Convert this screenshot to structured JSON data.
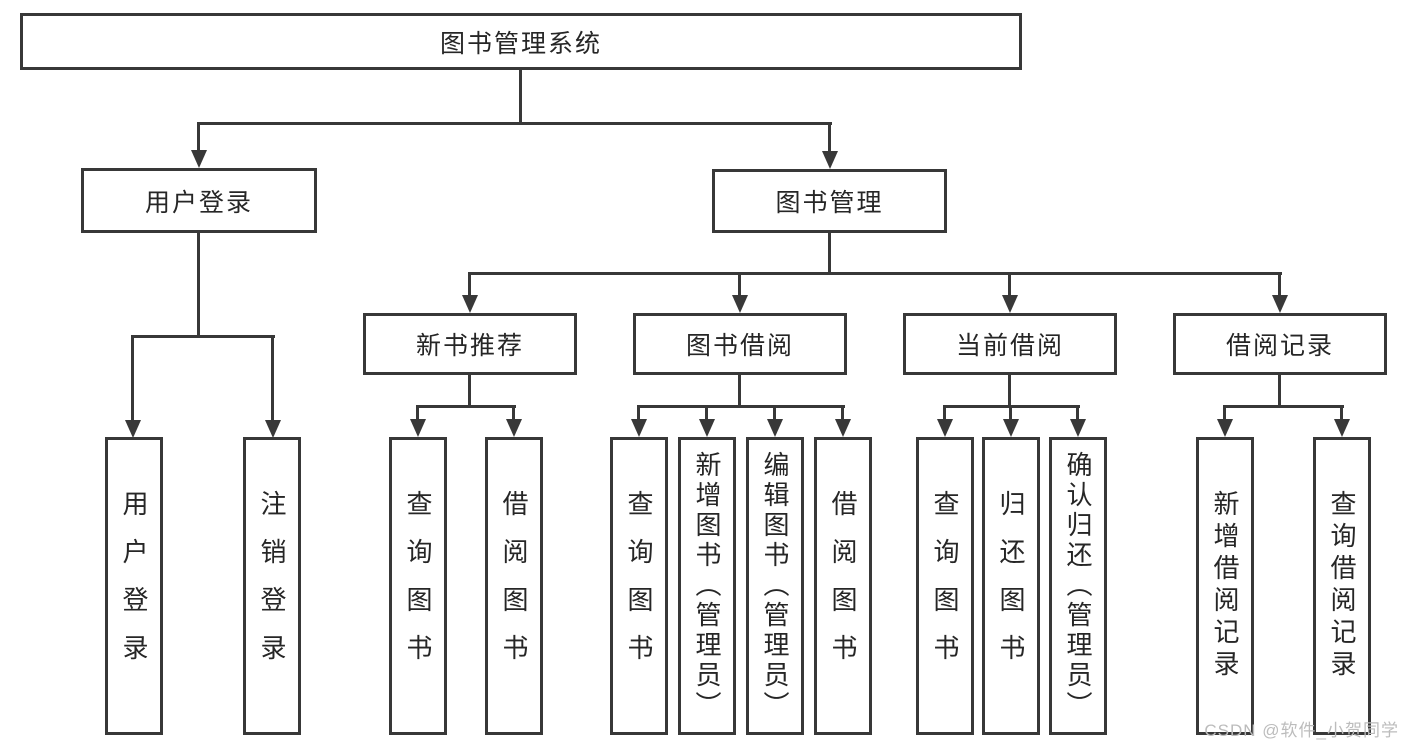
{
  "nodes": {
    "root": "图书管理系统",
    "user_login": "用户登录",
    "book_management": "图书管理",
    "new_book_recommend": "新书推荐",
    "book_borrow": "图书借阅",
    "current_borrow": "当前借阅",
    "borrow_records": "借阅记录"
  },
  "leaves": {
    "user": [
      "用户登录",
      "注销登录"
    ],
    "new_book": [
      "查询图书",
      "借阅图书"
    ],
    "borrow": [
      "查询图书",
      "新增图书（管理员）",
      "编辑图书（管理员）",
      "借阅图书"
    ],
    "current": [
      "查询图书",
      "归还图书",
      "确认归还（管理员）"
    ],
    "records": [
      "新增借阅记录",
      "查询借阅记录"
    ]
  },
  "watermark": "CSDN @软件_小贺同学",
  "colors": {
    "line": "#383838",
    "text": "#262626",
    "background": "#ffffff",
    "watermark": "#bcbcbc"
  }
}
